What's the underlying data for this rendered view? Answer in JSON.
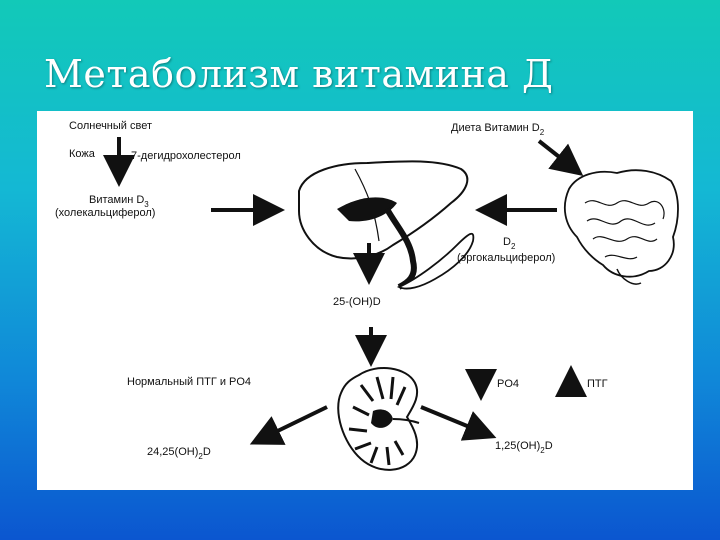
{
  "slide": {
    "title": "Метаболизм витамина Д"
  },
  "diagram": {
    "sunlight": "Солнечный свет",
    "skin": "Кожа",
    "dehydro": "7-дегидрохолестерол",
    "vitd3": "Витамин D",
    "vitd3_sub": "3",
    "cholecalciferol": "(холекальциферол)",
    "diet": "Диета Витамин D",
    "diet_sub": "2",
    "d2": "D",
    "d2_sub": "2",
    "ergocalciferol": "(эргокальциферол)",
    "oh25": "25-(OH)D",
    "normal_pth": "Нормальный ПТГ и PO4",
    "po4": "PO4",
    "pth": "ПТГ",
    "oh2425_a": "24,25(OH)",
    "oh2425_sub": "2",
    "oh2425_b": "D",
    "oh125_a": "1,25(OH)",
    "oh125_sub": "2",
    "oh125_b": "D"
  }
}
